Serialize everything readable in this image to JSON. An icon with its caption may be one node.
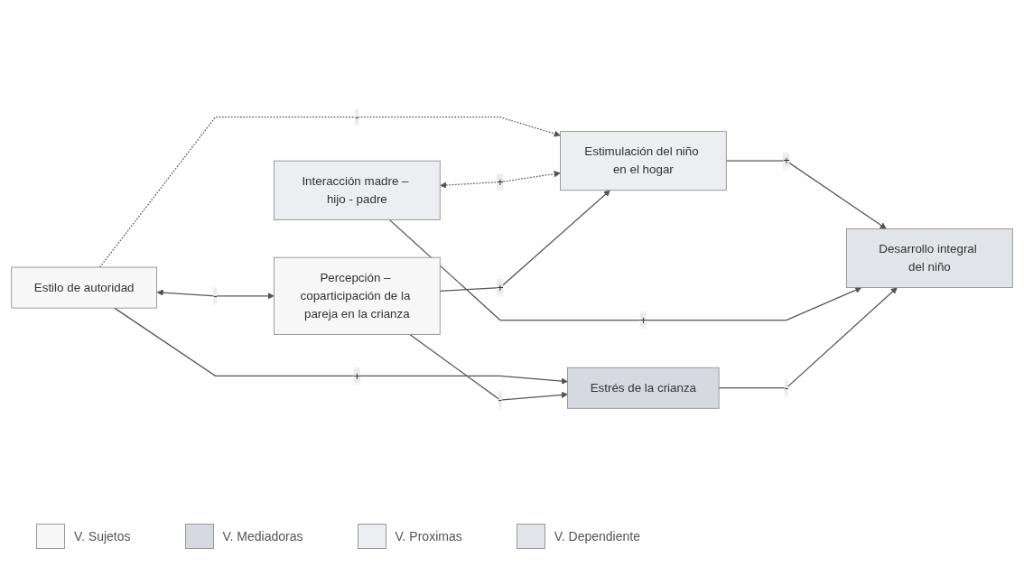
{
  "diagram": {
    "nodes": [
      {
        "text": [
          "Estilo de autoridad"
        ]
      },
      {
        "text": [
          "Estimulación del niño en el hogar"
        ]
      },
      {
        "text": [
          "Interacción madre – hijo - padre"
        ]
      },
      {
        "text": [
          "Desarrollo integral del niño"
        ]
      },
      {
        "text": [
          "Estrés de la crianza"
        ]
      },
      {
        "text": [
          "Percepción – coparticipación de la pareja en la crianza"
        ]
      }
    ],
    "edges": [
      {
        "from": 0,
        "to": 1,
        "arrow": "to",
        "label": "-",
        "style": "dashed"
      },
      {
        "from": 0,
        "to": 4,
        "arrow": "to",
        "label": "+"
      },
      {
        "from": 0,
        "to": 5,
        "arrow": "both",
        "label": "-"
      },
      {
        "from": 5,
        "to": 4,
        "arrow": "to",
        "label": "-"
      },
      {
        "from": 2,
        "to": 1,
        "arrow": "both",
        "label": "+",
        "style": "dashed"
      },
      {
        "from": 1,
        "to": 3,
        "arrow": "to",
        "label": "+"
      },
      {
        "from": 2,
        "to": 3,
        "arrow": "to",
        "label": "+"
      },
      {
        "from": 4,
        "to": 3,
        "arrow": "to",
        "label": "-"
      },
      {
        "from": 5,
        "to": 1,
        "arrow": "to",
        "label": "+"
      }
    ],
    "legend": [
      {
        "text": "V. Sujetos",
        "color": "#f7f7f7"
      },
      {
        "text": "V. Mediadoras",
        "color": "#d6dae0"
      },
      {
        "text": "V. Proximas",
        "color": "#eceef1"
      },
      {
        "text": "V. Dependiente",
        "color": "#e1e4e9"
      }
    ]
  }
}
